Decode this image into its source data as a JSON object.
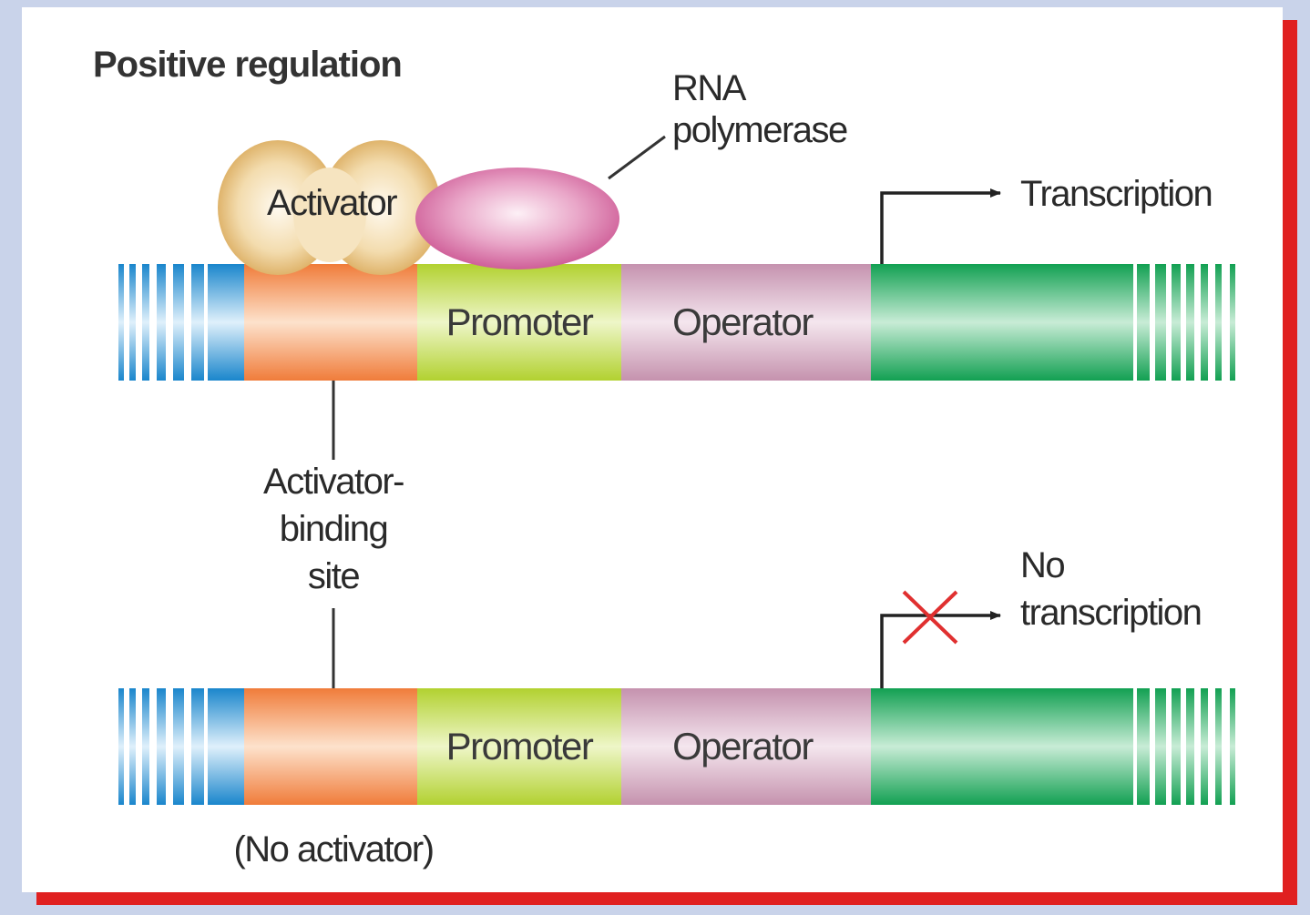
{
  "title": "Positive regulation",
  "top_strand": {
    "promoter_label": "Promoter",
    "operator_label": "Operator",
    "activator_label": "Activator",
    "rna_polymerase_label_line1": "RNA",
    "rna_polymerase_label_line2": "polymerase",
    "transcription_label": "Transcription"
  },
  "binding_site_label_lines": [
    "Activator-",
    "binding",
    "site"
  ],
  "bottom_strand": {
    "promoter_label": "Promoter",
    "operator_label": "Operator",
    "no_transcription_line1": "No",
    "no_transcription_line2": "transcription",
    "no_activator_label": "(No activator)"
  },
  "colors": {
    "blue_stripes": "#1a8ad0",
    "activator_site": "#f28a4a",
    "promoter": "#b8d43a",
    "operator": "#c79ab2",
    "gene": "#1aa858",
    "activator": "#e0b46a",
    "rna_polymerase": "#d86aa6",
    "inhibit_x": "#e03030",
    "frame_shadow": "#e02020"
  }
}
